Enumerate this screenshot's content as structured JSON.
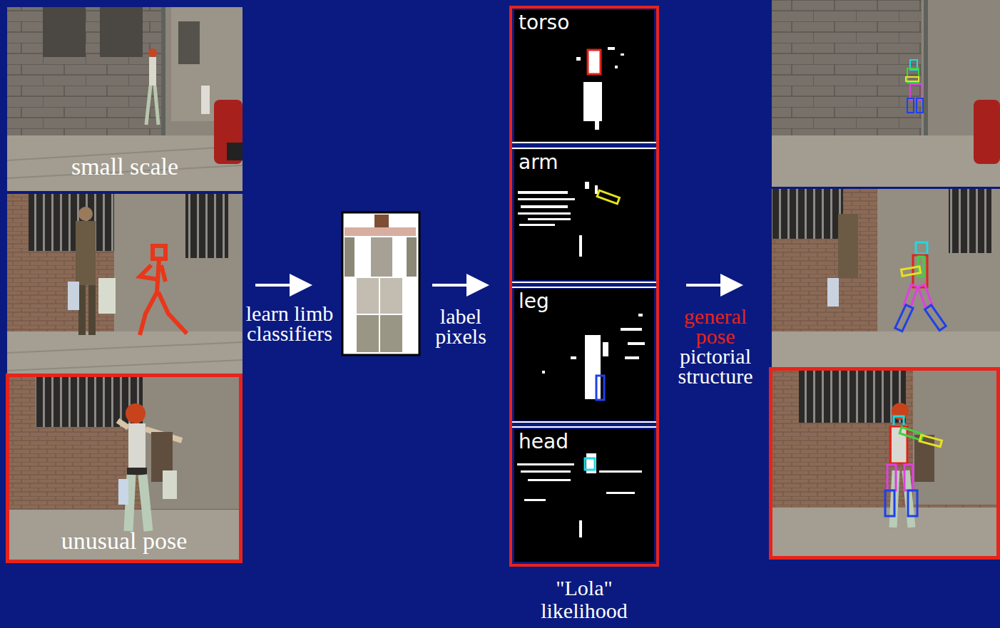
{
  "diagram": {
    "nodes": [
      {
        "text": [
          "small scale"
        ]
      },
      {
        "text": [
          "unusual pose"
        ]
      },
      {
        "text": [
          "\"Lola\" likelihood"
        ]
      },
      {
        "text": [
          "torso"
        ],
        "in": 2
      },
      {
        "text": [
          "arm"
        ],
        "in": 2
      },
      {
        "text": [
          "leg"
        ],
        "in": 2
      },
      {
        "text": [
          "head"
        ],
        "in": 2
      }
    ],
    "labels": [
      "learn limb classifiers",
      "label pixels",
      "general pose",
      "pictorial structure"
    ]
  }
}
